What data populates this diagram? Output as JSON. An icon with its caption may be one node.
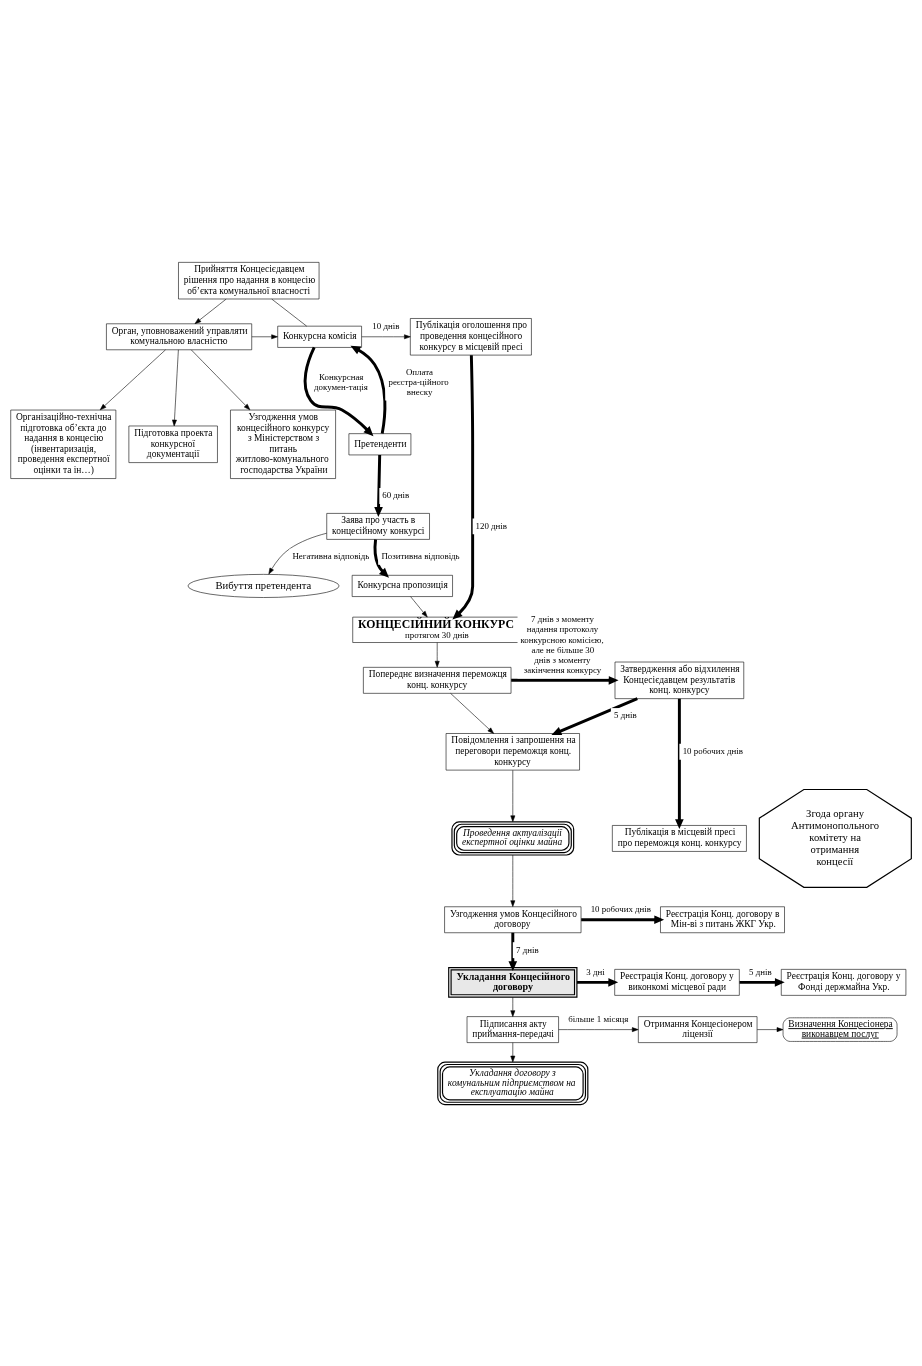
{
  "diagram": {
    "nodes": [
      {
        "text": [
          "Прийняття Концесієдавцем рішення про надання в концесію об’єкта комунальної власності"
        ]
      },
      {
        "text": [
          "Орган, уповноважений управляти комунальною власністю"
        ]
      },
      {
        "text": [
          "Конкурсна комісія"
        ]
      },
      {
        "text": [
          "Публікація оголошення про проведення концесійного конкурсу в місцевій пресі"
        ]
      },
      {
        "text": [
          "Організаційно-технічна підготовка об’єкта до надання в концесію (інвентаризація, проведення експертної оцінки та ін…)"
        ]
      },
      {
        "text": [
          "Підготовка проекта конкурсної документації"
        ]
      },
      {
        "text": [
          "Узгодження умов концесійного конкурсу з Міністерством з питань житлово-комунального господарства України"
        ]
      },
      {
        "text": [
          "Претенденти"
        ]
      },
      {
        "text": [
          "Заява про участь в концесійному конкурсі"
        ]
      },
      {
        "text": [
          "Вибуття претендента"
        ]
      },
      {
        "text": [
          "Конкурсна пропозиція"
        ]
      },
      {
        "text": [
          "КОНЦЕСІЙНИЙ КОНКУРС",
          "протягом 30 днів"
        ]
      },
      {
        "text": [
          "Попереднє визначення переможця конц. конкурсу"
        ]
      },
      {
        "text": [
          "Затвердження або відхилення Концесієдавцем результатів конц. конкурсу"
        ]
      },
      {
        "text": [
          "Повідомлення і запрошення на переговори переможця конц. конкурсу"
        ]
      },
      {
        "text": [
          "Згода органу Антимонопольного комітету на отримання концесії"
        ]
      },
      {
        "text": [
          "Проведення актуалізації експертної оцінки майна"
        ]
      },
      {
        "text": [
          "Публікація в місцевій пресі про переможця конц. конкурсу"
        ]
      },
      {
        "text": [
          "Узгодження умов Концесійного договору"
        ]
      },
      {
        "text": [
          "Реєстрація Конц. договору в Мін-ві з питань ЖКГ Укр."
        ]
      },
      {
        "text": [
          "Укладання Концесійного договору"
        ]
      },
      {
        "text": [
          "Реєстрація Конц. договору у виконкомі місцевої ради"
        ]
      },
      {
        "text": [
          "Реєстрація Конц. договору у Фонді держмайна Укр."
        ]
      },
      {
        "text": [
          "Підписання акту приймання-передачі"
        ]
      },
      {
        "text": [
          "Отримання Концесіонером ліцензії"
        ]
      },
      {
        "text": [
          "Визначення Концесіонера виконавцем послуг"
        ]
      },
      {
        "text": [
          "Укладання договору з комунальним підприємством на експлуатацію майна"
        ]
      }
    ],
    "edges": [
      {
        "from": 0,
        "to": 1,
        "arrow": "to"
      },
      {
        "from": 0,
        "to": 2,
        "arrow": "none"
      },
      {
        "from": 1,
        "to": 2,
        "arrow": "to"
      },
      {
        "from": 2,
        "to": 3,
        "arrow": "to",
        "label": "10 днів"
      },
      {
        "from": 1,
        "to": 4,
        "arrow": "to"
      },
      {
        "from": 1,
        "to": 5,
        "arrow": "to"
      },
      {
        "from": 1,
        "to": 6,
        "arrow": "to"
      },
      {
        "from": 7,
        "to": 2,
        "arrow": "to",
        "label": "Оплата реєстра-ційного внеску",
        "style": "thick"
      },
      {
        "from": 2,
        "to": 7,
        "arrow": "to",
        "label": "Конкурсная докумен-тація",
        "style": "thick"
      },
      {
        "from": 7,
        "to": 8,
        "arrow": "to",
        "label": "60 днів",
        "style": "thick"
      },
      {
        "from": 8,
        "to": 9,
        "arrow": "to",
        "label": "Негативна відповідь"
      },
      {
        "from": 8,
        "to": 10,
        "arrow": "to",
        "label": "Позитивна відповідь",
        "style": "thick"
      },
      {
        "from": 3,
        "to": 11,
        "arrow": "to",
        "label": "120 днів",
        "style": "thick"
      },
      {
        "from": 10,
        "to": 11,
        "arrow": "to"
      },
      {
        "from": 11,
        "to": 12,
        "arrow": "to"
      },
      {
        "from": 12,
        "to": 13,
        "arrow": "to",
        "label": "7 днів з моменту надання протоколу конкурсною комісією, але не більше 30 днів з моменту закінчення конкурсу",
        "style": "thick"
      },
      {
        "from": 12,
        "to": 14,
        "arrow": "to"
      },
      {
        "from": 13,
        "to": 14,
        "arrow": "to",
        "label": "5 днів",
        "style": "thick"
      },
      {
        "from": 13,
        "to": 17,
        "arrow": "to",
        "label": "10 робочих днів",
        "style": "thick"
      },
      {
        "from": 14,
        "to": 16,
        "arrow": "to"
      },
      {
        "from": 16,
        "to": 18,
        "arrow": "to"
      },
      {
        "from": 18,
        "to": 19,
        "arrow": "to",
        "label": "10 робочих днів",
        "style": "thick"
      },
      {
        "from": 18,
        "to": 20,
        "arrow": "to",
        "label": "7 днів",
        "style": "thick"
      },
      {
        "from": 20,
        "to": 21,
        "arrow": "to",
        "label": "3 дні",
        "style": "thick"
      },
      {
        "from": 21,
        "to": 22,
        "arrow": "to",
        "label": "5 днів",
        "style": "thick"
      },
      {
        "from": 20,
        "to": 23,
        "arrow": "to"
      },
      {
        "from": 23,
        "to": 24,
        "arrow": "to",
        "label": "більше 1 місяця"
      },
      {
        "from": 23,
        "to": 26,
        "arrow": "to"
      },
      {
        "from": 24,
        "to": 25,
        "arrow": "to"
      }
    ]
  }
}
